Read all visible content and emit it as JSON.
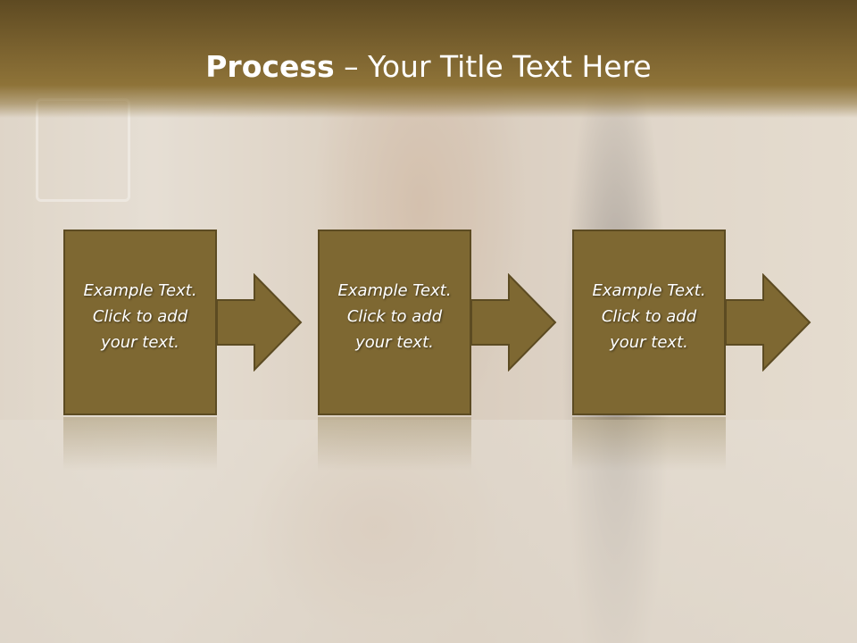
{
  "slide": {
    "title_bold": "Process",
    "title_rest": " – Your Title Text Here"
  },
  "steps": [
    {
      "line1": "Example Text.",
      "line2": "Click  to add",
      "line3": "your text."
    },
    {
      "line1": "Example Text.",
      "line2": "Click  to add",
      "line3": "your text."
    },
    {
      "line1": "Example Text.",
      "line2": "Click  to add",
      "line3": "your text."
    }
  ],
  "colors": {
    "accent": "#7e6832",
    "accent_border": "#5c4b22",
    "title_bar": "#7d6430",
    "text": "#ffffff"
  }
}
